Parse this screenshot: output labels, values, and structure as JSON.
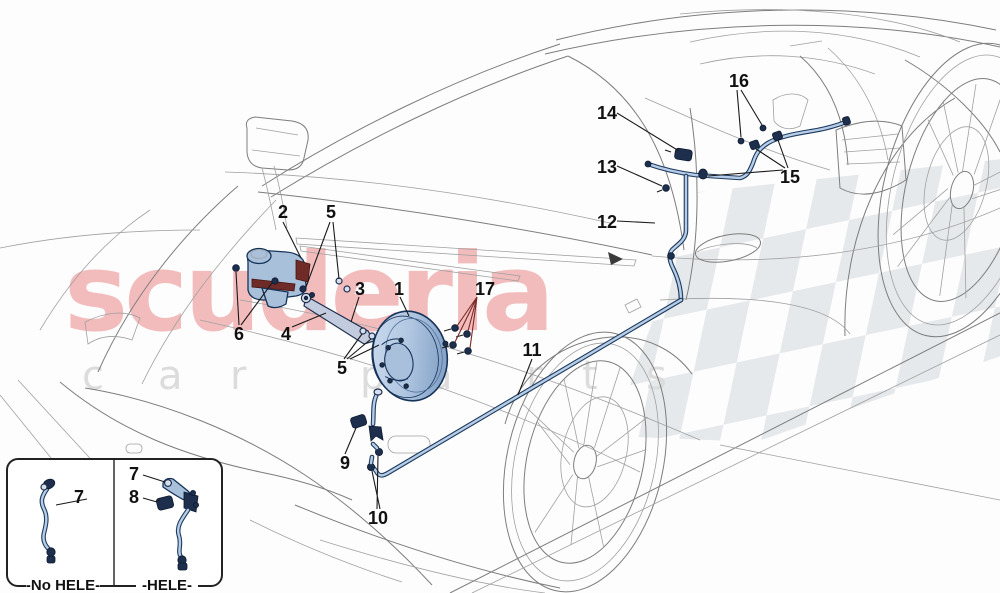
{
  "watermark": {
    "brand": "scuderia",
    "letters": [
      "c",
      "a",
      "r",
      "p",
      "a",
      "r",
      "t",
      "s"
    ]
  },
  "callouts": {
    "n1": "1",
    "n2": "2",
    "n3": "3",
    "n4": "4",
    "n5": "5",
    "n6": "6",
    "n7": "7",
    "n8": "8",
    "n9": "9",
    "n10": "10",
    "n11": "11",
    "n12": "12",
    "n13": "13",
    "n14": "14",
    "n15": "15",
    "n16": "16",
    "n17": "17"
  },
  "inset": {
    "no_hele_caption": "-No HELE-",
    "hele_caption": "-HELE-"
  },
  "colors": {
    "pipe_fill": "#b7cde7",
    "pipe_edge": "#1d3a5e",
    "component_fill": "#a9c0da",
    "component_edge": "#16335a",
    "accent_maroon": "#6f2b28",
    "watermark_red": "#f2bcbc",
    "watermark_gray": "#dcdcdc",
    "checker_gray": "#cfd4d9",
    "label_color": "#111111"
  }
}
